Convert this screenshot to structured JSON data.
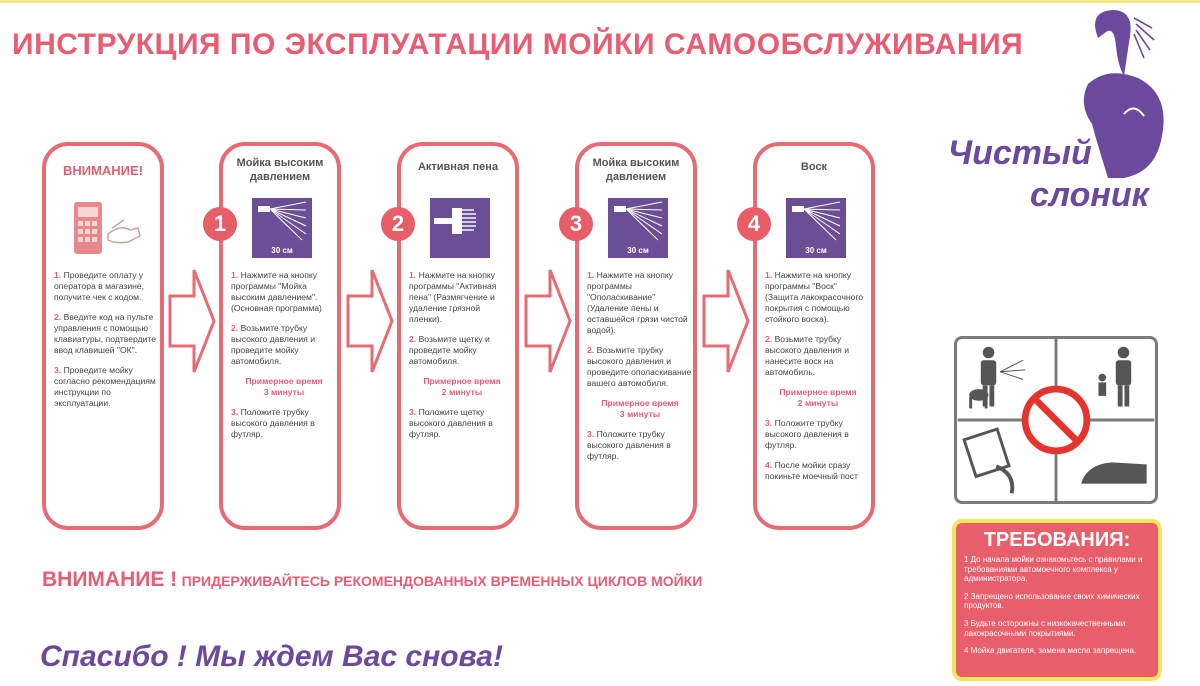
{
  "title": "ИНСТРУКЦИЯ ПО ЭКСПЛУАТАЦИИ МОЙКИ САМООБСЛУЖИВАНИЯ",
  "logo": {
    "line1": "Чистый",
    "line2": "слоник"
  },
  "attention_card": {
    "title": "ВНИМАНИЕ!",
    "items": [
      {
        "num": "1.",
        "text": "Проведите оплату у оператора в магазине, получите чек с кодом."
      },
      {
        "num": "2.",
        "text": "Введите код  на пульте управления с помощью клавиатуры, подтвердите ввод клавишей \"ОК\"."
      },
      {
        "num": "3.",
        "text": "Проведите мойку согласно рекомендациям инструкции по эксплуатации."
      }
    ]
  },
  "steps": [
    {
      "number": "1",
      "title": "Мойка высоким давлением",
      "icon_label": "30 см",
      "items": [
        {
          "num": "1.",
          "text": "Нажмите на кнопку программы \"Мойка высоким давлением\". (Основная программа)"
        },
        {
          "num": "2.",
          "text": "Возьмите трубку высокого давления и проведите мойку автомобиля."
        }
      ],
      "time": "Примерное время 3 минуты",
      "last": {
        "num": "3.",
        "text": "Положите трубку высокого давления в футляр."
      }
    },
    {
      "number": "2",
      "title": "Активная пена",
      "icon_label": "",
      "items": [
        {
          "num": "1.",
          "text": "Нажмите на кнопку программы \"Активная пена\" (Размягчение и удаление грязной пленки)."
        },
        {
          "num": "2.",
          "text": "Возьмите щетку и проведите мойку автомобиля."
        }
      ],
      "time": "Примерное время 2 минуты",
      "last": {
        "num": "3.",
        "text": "Положите щетку высокого давления в футляр."
      }
    },
    {
      "number": "3",
      "title": "Мойка высоким давлением",
      "icon_label": "30 см",
      "items": [
        {
          "num": "1.",
          "text": "Нажмите на кнопку программы \"Ополаскивание\" (Удаление пены и оставшейся грязи чистой водой)."
        },
        {
          "num": "2.",
          "text": " Возьмите трубку высокого давления и проведите ополаскивание вашего автомобиля."
        }
      ],
      "time": "Примерное время 3 минуты",
      "last": {
        "num": "3.",
        "text": " Положите трубку высокого давления в футляр."
      }
    },
    {
      "number": "4",
      "title": "Воск",
      "icon_label": "30 см",
      "items": [
        {
          "num": "1.",
          "text": "Нажмите на кнопку программы \"Воск\" (Защита лакокрасочного покрытия с помощью стойкого воска)."
        },
        {
          "num": "2.",
          "text": "Возьмите трубку высокого давления и нанесите воск на автомобиль."
        }
      ],
      "time": "Примерное время 2 минуты",
      "last": {
        "num": "3.",
        "text": "Положите трубку высокого давления в футляр."
      },
      "extra": {
        "num": "4.",
        "text": "После мойки сразу покиньте моечный пост"
      }
    }
  ],
  "warning": {
    "label": "ВНИМАНИЕ !",
    "text": "ПРИДЕРЖИВАЙТЕСЬ РЕКОМЕНДОВАННЫХ ВРЕМЕННЫХ ЦИКЛОВ МОЙКИ"
  },
  "thanks": "Спасибо ! Мы ждем Вас снова!",
  "requirements": {
    "title": "ТРЕБОВАНИЯ:",
    "items": [
      "1  До начала мойки ознакомьтесь с правилами и требованиями автомоечного комплекса у администратора.",
      "2  Запрещено использование своих химических продуктов.",
      "3  Будьте осторожны с низкокачественными лакокрасочными покрытиями.",
      "4  Мойка двигателя, замена масла запрещена."
    ]
  },
  "colors": {
    "accent": "#e85d73",
    "purple": "#6b4a9e",
    "requirements_bg": "#e85e6a",
    "requirements_border": "#f4e75c"
  }
}
